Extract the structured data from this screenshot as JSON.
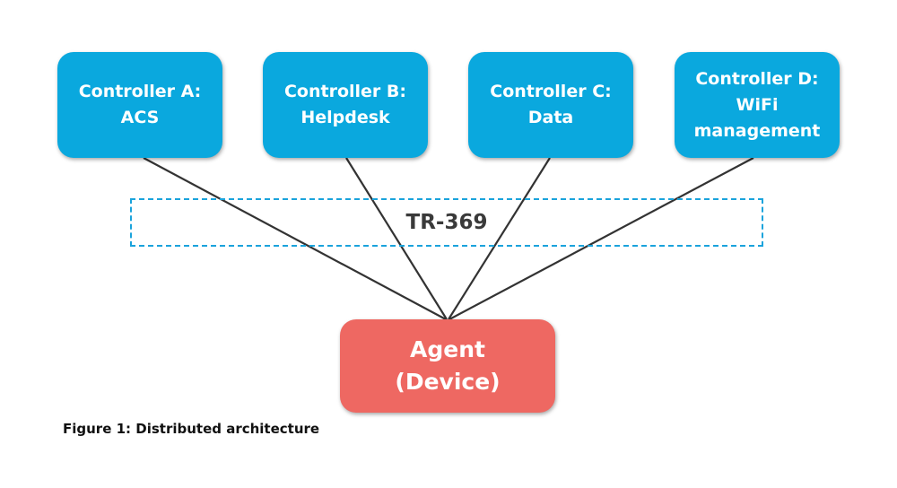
{
  "controllers": [
    {
      "title": "Controller A:",
      "lines": [
        "ACS"
      ]
    },
    {
      "title": "Controller B:",
      "lines": [
        "Helpdesk"
      ]
    },
    {
      "title": "Controller C:",
      "lines": [
        "Data"
      ]
    },
    {
      "title": "Controller D:",
      "lines": [
        "WiFi",
        "management"
      ]
    }
  ],
  "protocol": {
    "label": "TR-369"
  },
  "agent": {
    "title": "Agent",
    "subtitle": "(Device)"
  },
  "caption": "Figure 1: Distributed architecture",
  "colors": {
    "controller": "#0aa8de",
    "agent": "#ee6862",
    "protocol_border": "#1aa3dc",
    "connector": "#333333"
  }
}
